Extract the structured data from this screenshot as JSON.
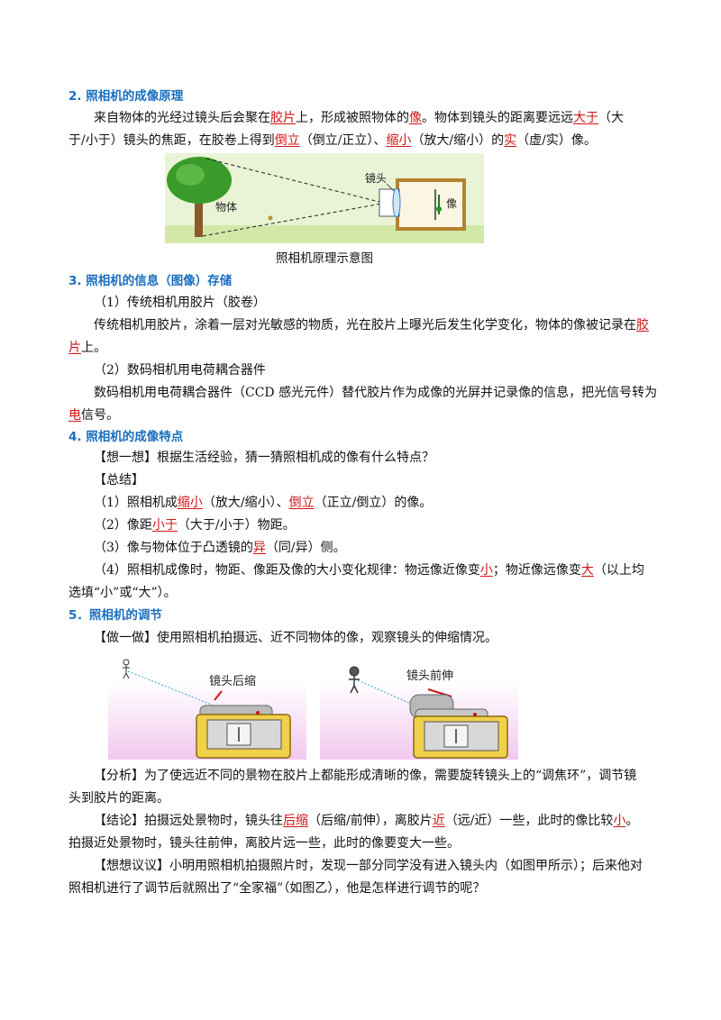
{
  "sec2": {
    "title": "2. 照相机的成像原理",
    "l1": [
      "来自物体的光经过镜头后会聚在",
      "胶片",
      "上，形成被照物体的",
      "像",
      "。物体到镜头的距离要远远",
      "大于",
      "（大"
    ],
    "l2": [
      "于/小于）镜头的焦距，在胶卷上得到",
      "倒立",
      "（倒立/正立）、",
      "缩小",
      "（放大/缩小）的",
      "实",
      "（虚/实）像。"
    ],
    "fig": {
      "obj_label": "物体",
      "lens_label": "镜头",
      "img_label": "像",
      "caption": "照相机原理示意图"
    }
  },
  "sec3": {
    "title": "3. 照相机的信息（图像）存储",
    "s1": "（1）传统相机用胶片（胶卷）",
    "p1a": [
      "传统相机用胶片，涂着一层对光敏感的物质，光在胶片上曝光后发生化学变化，物体的像被记录在",
      "胶"
    ],
    "p1b": [
      "片",
      "上。"
    ],
    "s2": "（2）数码相机用电荷耦合器件",
    "p2a": "数码相机用电荷耦合器件（CCD 感光元件）替代胶片作为成像的光屏并记录像的信息，把光信号转为",
    "p2b": [
      "电",
      "信号。"
    ]
  },
  "sec4": {
    "title": "4. 照相机的成像特点",
    "think": "【想一想】根据生活经验，猜一猜照相机成的像有什么特点？",
    "sum": "【总结】",
    "i1": [
      "（1）照相机成",
      "缩小",
      "（放大/缩小）、",
      "倒立",
      "（正立/倒立）的像。"
    ],
    "i2": [
      "（2）像距",
      "小于",
      "（大于/小于）物距。"
    ],
    "i3": [
      "（3）像与物体位于凸透镜的",
      "异",
      "（同/异）侧。"
    ],
    "i4a": [
      "（4）照相机成像时，物距、像距及像的大小变化规律：物远像近像变",
      "小",
      "；物近像远像变",
      "大",
      "（以上均"
    ],
    "i4b": "选填“小”或“大”）。"
  },
  "sec5": {
    "title": "5．照相机的调节",
    "do": "【做一做】使用照相机拍摄远、近不同物体的像，观察镜头的伸缩情况。",
    "fig_left_label": "镜头后缩",
    "fig_right_label": "镜头前伸",
    "an1": "【分析】为了使远近不同的景物在胶片上都能形成清晰的像，需要旋转镜头上的“调焦环”，调节镜",
    "an2": "头到胶片的距离。",
    "co1": [
      "【结论】拍摄远处景物时，镜头往",
      "后缩",
      "（后缩/前伸），离胶片",
      "近",
      "（远/近）一些，此时的像比较",
      "小",
      "。"
    ],
    "co2": "拍摄近处景物时，镜头往前伸，离胶片远一些，此时的像要变大一些。",
    "th1": "【想想议议】小明用照相机拍摄照片时，发现一部分同学没有进入镜头内（如图甲所示）；后来他对",
    "th2": "照相机进行了调节后就照出了“全家福”（如图乙），他是怎样进行调节的呢？"
  },
  "colors": {
    "heading": "#1a6fbf",
    "answer": "#d01515"
  }
}
